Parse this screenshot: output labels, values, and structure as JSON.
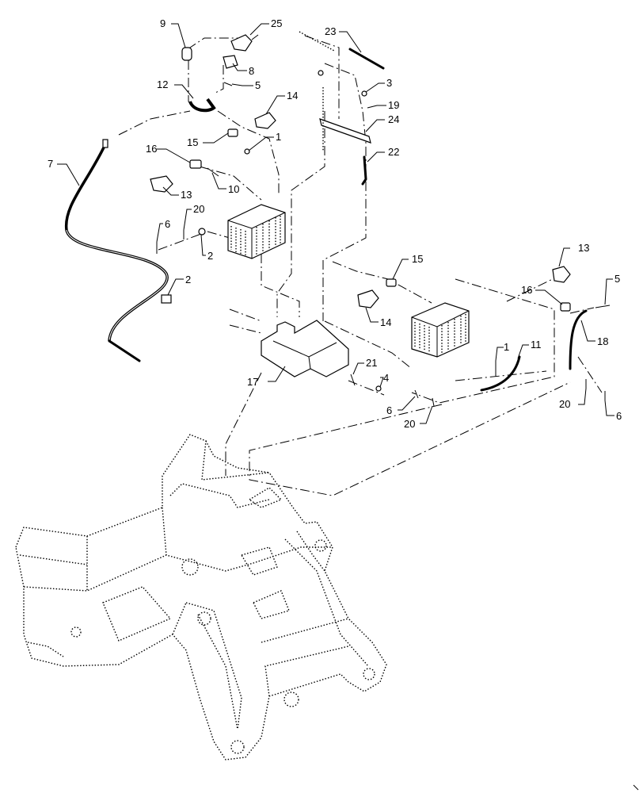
{
  "callouts": [
    {
      "id": "c9",
      "text": "9"
    },
    {
      "id": "c25",
      "text": "25"
    },
    {
      "id": "c23",
      "text": "23"
    },
    {
      "id": "c8",
      "text": "8"
    },
    {
      "id": "c3",
      "text": "3"
    },
    {
      "id": "c12",
      "text": "12"
    },
    {
      "id": "c5a",
      "text": "5"
    },
    {
      "id": "c19",
      "text": "19"
    },
    {
      "id": "c14a",
      "text": "14"
    },
    {
      "id": "c24",
      "text": "24"
    },
    {
      "id": "c7",
      "text": "7"
    },
    {
      "id": "c15a",
      "text": "15"
    },
    {
      "id": "c1a",
      "text": "1"
    },
    {
      "id": "c22",
      "text": "22"
    },
    {
      "id": "c16a",
      "text": "16"
    },
    {
      "id": "c10",
      "text": "10"
    },
    {
      "id": "c13a",
      "text": "13"
    },
    {
      "id": "c20a",
      "text": "20"
    },
    {
      "id": "c6a",
      "text": "6"
    },
    {
      "id": "c2a",
      "text": "2"
    },
    {
      "id": "c2b",
      "text": "2"
    },
    {
      "id": "c15b",
      "text": "15"
    },
    {
      "id": "c13b",
      "text": "13"
    },
    {
      "id": "c5b",
      "text": "5"
    },
    {
      "id": "c16b",
      "text": "16"
    },
    {
      "id": "c14b",
      "text": "14"
    },
    {
      "id": "c18",
      "text": "18"
    },
    {
      "id": "c1b",
      "text": "1"
    },
    {
      "id": "c11",
      "text": "11"
    },
    {
      "id": "c21",
      "text": "21"
    },
    {
      "id": "c4",
      "text": "4"
    },
    {
      "id": "c17",
      "text": "17"
    },
    {
      "id": "c6b",
      "text": "6"
    },
    {
      "id": "c20b",
      "text": "20"
    },
    {
      "id": "c20c",
      "text": "20"
    },
    {
      "id": "c6c",
      "text": "6"
    }
  ]
}
